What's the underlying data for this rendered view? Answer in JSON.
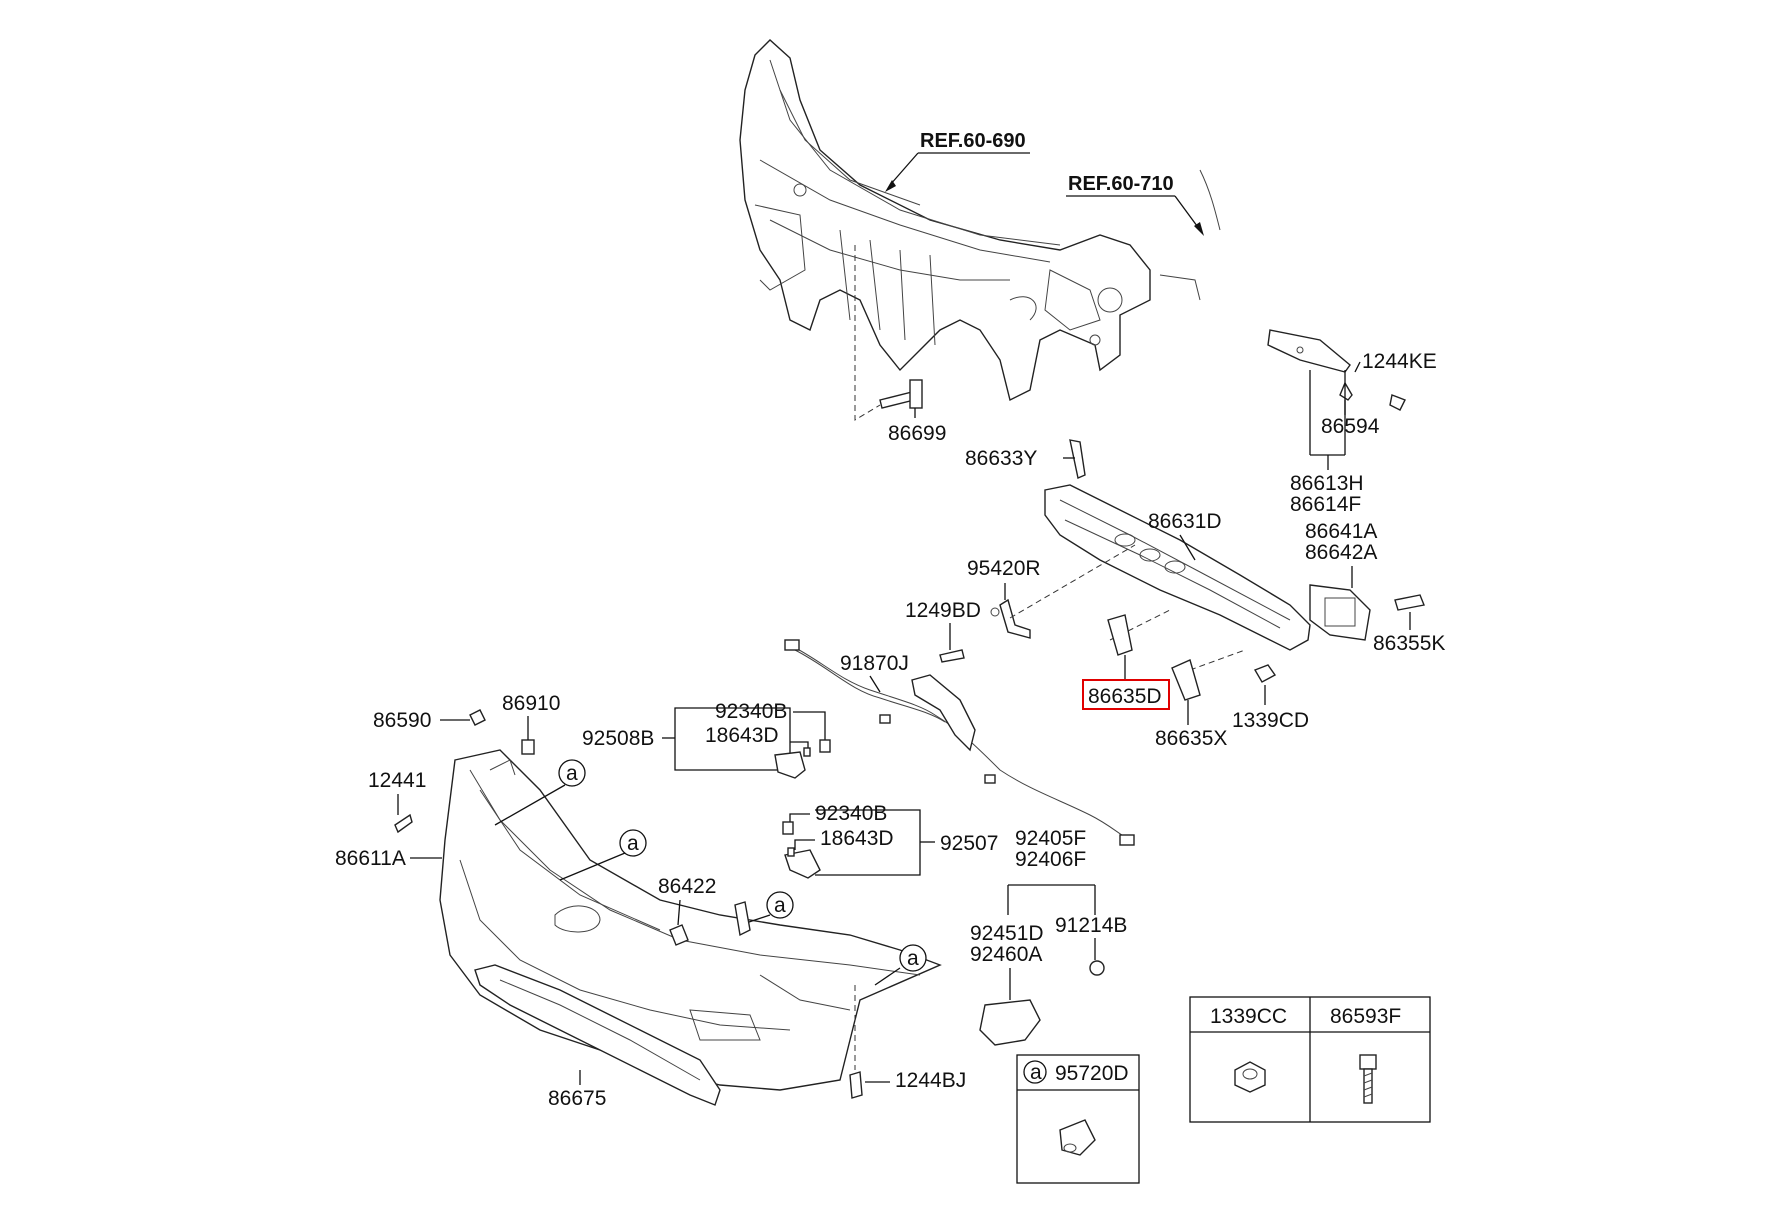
{
  "references": {
    "ref1": "REF.60-690",
    "ref2": "REF.60-710"
  },
  "labels": {
    "p1244KE": "1244KE",
    "p86594": "86594",
    "p86613H": "86613H",
    "p86614F": "86614F",
    "p86699": "86699",
    "p86633Y": "86633Y",
    "p86631D": "86631D",
    "p86641A": "86641A",
    "p86642A": "86642A",
    "p95420R": "95420R",
    "p1249BD": "1249BD",
    "p86355K": "86355K",
    "p91870J": "91870J",
    "p86635D": "86635D",
    "p86635X": "86635X",
    "p1339CD": "1339CD",
    "p86590": "86590",
    "p86910": "86910",
    "p92340B_1": "92340B",
    "p92508B": "92508B",
    "p18643D_1": "18643D",
    "p12441": "12441",
    "p92340B_2": "92340B",
    "p18643D_2": "18643D",
    "p92507": "92507",
    "p86611A": "86611A",
    "p92405F": "92405F",
    "p92406F": "92406F",
    "p86422": "86422",
    "p92451D": "92451D",
    "p92460A": "92460A",
    "p91214B": "91214B",
    "p1244BJ": "1244BJ",
    "p86675": "86675"
  },
  "highlighted_part": "86635D",
  "highlight_color": "#e00000",
  "callout_letter": "a",
  "parts_table": {
    "headers": [
      "1339CC",
      "86593F"
    ]
  },
  "callout_box": {
    "letter": "a",
    "part": "95720D"
  }
}
